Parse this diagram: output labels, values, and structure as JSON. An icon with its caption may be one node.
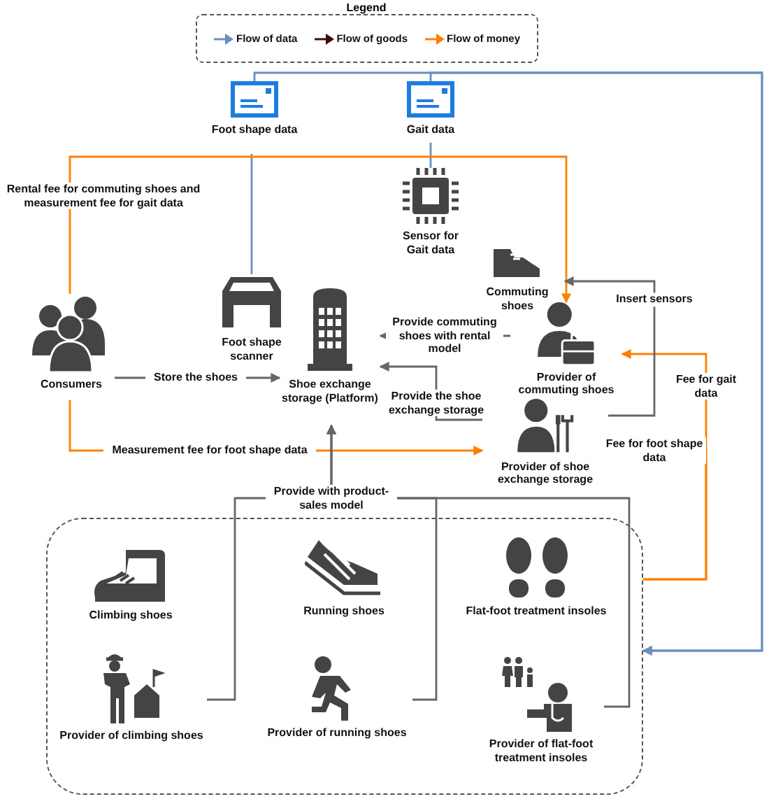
{
  "diagram": {
    "nodes": [
      {
        "text": [
          "Foot shape data"
        ]
      },
      {
        "text": [
          "Gait data"
        ]
      },
      {
        "text": [
          "Sensor for Gait data"
        ]
      },
      {
        "text": [
          "Commuting shoes"
        ]
      },
      {
        "text": [
          "Consumers"
        ]
      },
      {
        "text": [
          "Foot shape scanner"
        ]
      },
      {
        "text": [
          "Shoe exchange storage (Platform)"
        ]
      },
      {
        "text": [
          "Provider of commuting shoes"
        ]
      },
      {
        "text": [
          "Provider of shoe exchange storage"
        ]
      },
      {
        "text": [],
        "shape": "box"
      },
      {
        "text": [
          "Climbing shoes"
        ],
        "in": 9
      },
      {
        "text": [
          "Running shoes"
        ],
        "in": 9
      },
      {
        "text": [
          "Flat-foot treatment insoles"
        ],
        "in": 9
      },
      {
        "text": [
          "Provider of climbing shoes"
        ],
        "in": 9
      },
      {
        "text": [
          "Provider of running shoes"
        ],
        "in": 9
      },
      {
        "text": [
          "Provider of flat-foot treatment insoles"
        ],
        "in": 9
      }
    ],
    "edges": [
      {
        "from": 5,
        "to": 0,
        "arrow": "none",
        "color": "#6c8ebf"
      },
      {
        "from": 2,
        "to": 1,
        "arrow": "none",
        "color": "#6c8ebf"
      },
      {
        "from": 0,
        "to": 9,
        "arrow": "to",
        "color": "#6c8ebf"
      },
      {
        "from": 1,
        "to": 9,
        "arrow": "to",
        "color": "#6c8ebf"
      },
      {
        "from": 4,
        "to": 7,
        "arrow": "to",
        "color": "#ff8000",
        "label": "Rental fee for commuting shoes and measurement fee for gait data"
      },
      {
        "from": 4,
        "to": 8,
        "arrow": "to",
        "color": "#ff8000",
        "label": "Measurement fee for foot shape data"
      },
      {
        "from": 9,
        "to": 7,
        "arrow": "to",
        "color": "#ff8000",
        "label": "Fee for gait data"
      },
      {
        "from": 9,
        "to": 8,
        "arrow": "to",
        "color": "#ff8000",
        "label": "Fee for foot shape data"
      },
      {
        "from": 4,
        "to": 6,
        "arrow": "to",
        "label": "Store the shoes"
      },
      {
        "from": 7,
        "to": 6,
        "arrow": "to",
        "label": "Provide commuting shoes with rental model"
      },
      {
        "from": 8,
        "to": 6,
        "arrow": "to",
        "label": "Provide the shoe exchange storage"
      },
      {
        "from": 8,
        "to": 3,
        "arrow": "to",
        "label": "Insert sensors"
      },
      {
        "from": 13,
        "to": 6,
        "arrow": "to",
        "label": "Provide with product-sales model"
      },
      {
        "from": 14,
        "to": 6,
        "arrow": "to"
      },
      {
        "from": 15,
        "to": 6,
        "arrow": "to"
      }
    ],
    "labels": [
      "Legend"
    ],
    "legend": [
      {
        "text": "Flow of data",
        "color": "#6c8ebf"
      },
      {
        "text": "Flow of goods",
        "color": "#3d0c0c"
      },
      {
        "text": "Flow of money",
        "color": "#ff8000"
      }
    ]
  }
}
